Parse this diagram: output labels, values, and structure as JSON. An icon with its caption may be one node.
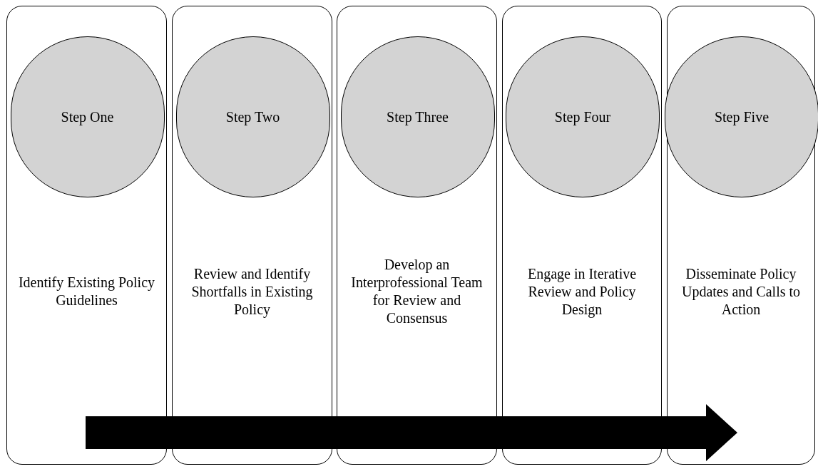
{
  "diagram": {
    "nodes": [
      {
        "text": [
          "Identify Existing Policy Guidelines"
        ]
      },
      {
        "text": [
          "Step One"
        ],
        "in": 0
      },
      {
        "text": [
          "Review and Identify Shortfalls in Existing Policy"
        ]
      },
      {
        "text": [
          "Step Two"
        ],
        "in": 2
      },
      {
        "text": [
          "Develop an Interprofessional Team for Review and Consensus"
        ]
      },
      {
        "text": [
          "Step Three"
        ],
        "in": 4
      },
      {
        "text": [
          "Engage in Iterative Review and Policy Design"
        ]
      },
      {
        "text": [
          "Step Four"
        ],
        "in": 6
      },
      {
        "text": [
          "Disseminate Policy Updates and Calls to Action"
        ]
      },
      {
        "text": [
          "Step Five"
        ],
        "in": 8
      }
    ]
  }
}
